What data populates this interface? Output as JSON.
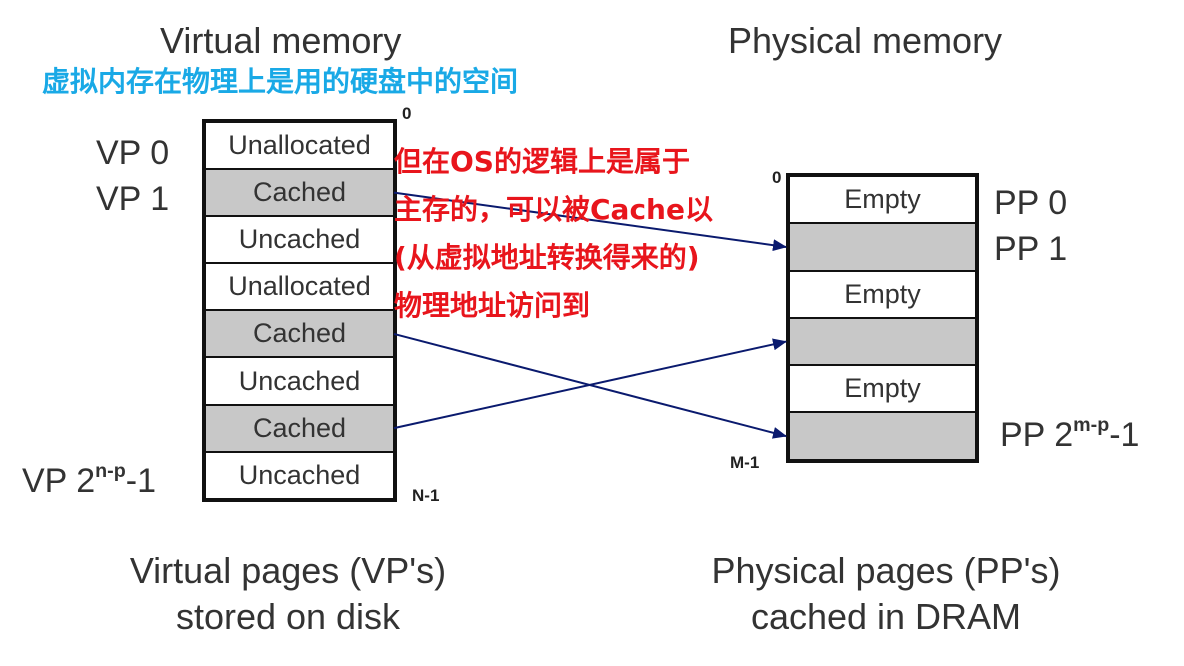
{
  "virtual": {
    "heading": "Virtual memory",
    "index_top": "0",
    "index_bottom": "N-1",
    "pages": [
      {
        "label": "Unallocated",
        "shaded": false
      },
      {
        "label": "Cached",
        "shaded": true
      },
      {
        "label": "Uncached",
        "shaded": false
      },
      {
        "label": "Unallocated",
        "shaded": false
      },
      {
        "label": "Cached",
        "shaded": true
      },
      {
        "label": "Uncached",
        "shaded": false
      },
      {
        "label": "Cached",
        "shaded": true
      },
      {
        "label": "Uncached",
        "shaded": false
      }
    ],
    "row_labels": {
      "vp0": "VP 0",
      "vp1": "VP 1",
      "vplast_base": "VP 2",
      "vplast_exp": "n-p",
      "vplast_tail": "-1"
    },
    "caption_line1": "Virtual pages (VP's)",
    "caption_line2": "stored on disk"
  },
  "physical": {
    "heading": "Physical memory",
    "index_top": "0",
    "index_bottom": "M-1",
    "pages": [
      {
        "label": "Empty",
        "shaded": false
      },
      {
        "label": "",
        "shaded": true
      },
      {
        "label": "Empty",
        "shaded": false
      },
      {
        "label": "",
        "shaded": true
      },
      {
        "label": "Empty",
        "shaded": false
      },
      {
        "label": "",
        "shaded": true
      }
    ],
    "row_labels": {
      "pp0": "PP 0",
      "pp1": "PP 1",
      "pplast_base": "PP 2",
      "pplast_exp": "m-p",
      "pplast_tail": "-1"
    },
    "caption_line1": "Physical pages (PP's)",
    "caption_line2": "cached in DRAM"
  },
  "notes": {
    "blue": "虚拟内存在物理上是用的硬盘中的空间",
    "red_lines": [
      "但在OS的逻辑上是属于",
      "主存的，可以被Cache以",
      "(从虚拟地址转换得来的)",
      "物理地址访问到"
    ]
  },
  "mapping": [
    {
      "from_virtual_page": 1,
      "to_physical_page": 1
    },
    {
      "from_virtual_page": 4,
      "to_physical_page": 5
    },
    {
      "from_virtual_page": 6,
      "to_physical_page": 3
    }
  ],
  "colors": {
    "arrow": "#0a1a6e",
    "shaded_cell": "#c8c8c8",
    "note_blue": "#19a9e6",
    "note_red": "#e8151c"
  }
}
